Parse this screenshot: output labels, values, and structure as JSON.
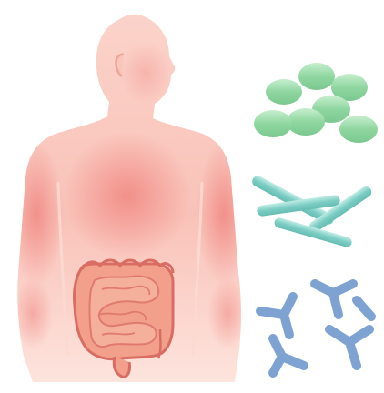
{
  "illustration": {
    "human_figure": "human-torso-silhouette",
    "organ": "intestines",
    "microbe_groups": [
      "cocci-cluster",
      "rod-bacteria",
      "branching-bacteria"
    ]
  },
  "colors": {
    "background": "#ffffff",
    "skin_light": "#fde3dc",
    "skin_mid": "#f8b6ad",
    "skin_glow": "#ef7f7a",
    "intestine_fill": "#f2a08b",
    "intestine_outline": "#d96c63",
    "intestine_wall": "#e07a70",
    "cocci_fill": "#8fd6a0",
    "cocci_highlight": "#c7efcf",
    "rod_fill": "#7ccdc4",
    "rod_highlight": "#c2ece6",
    "branch_fill": "#7ea3d3",
    "branch_highlight": "#c3d6ee"
  }
}
